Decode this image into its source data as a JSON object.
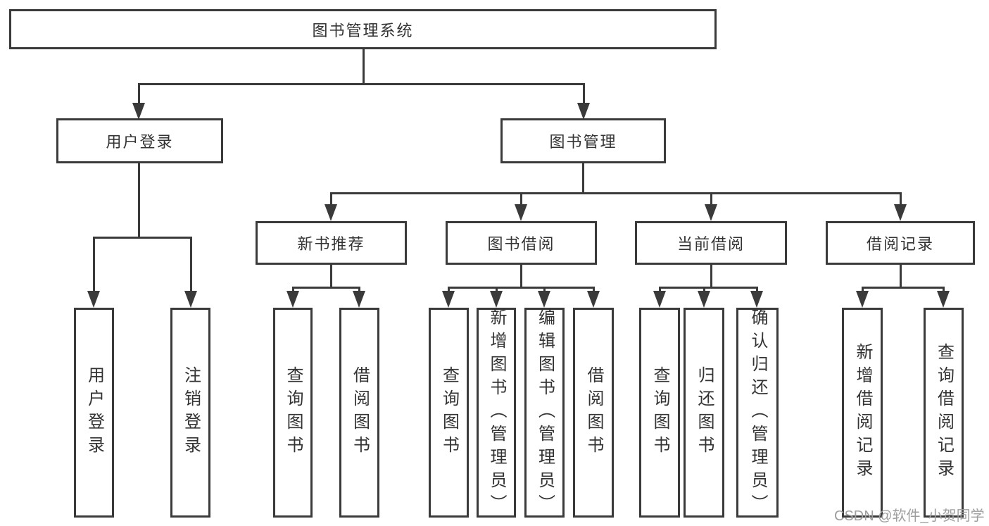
{
  "tree": {
    "root": "图书管理系统",
    "level2": [
      "用户登录",
      "图书管理"
    ],
    "level3": [
      "新书推荐",
      "图书借阅",
      "当前借阅",
      "借阅记录"
    ],
    "leaves": {
      "user_login": [
        "用户登录",
        "注销登录"
      ],
      "new_book_recommend": [
        "查询图书",
        "借阅图书"
      ],
      "book_borrow": [
        "查询图书",
        "新增图书（管理员）",
        "编辑图书（管理员）",
        "借阅图书"
      ],
      "current_borrow": [
        "查询图书",
        "归还图书",
        "确认归还（管理员）"
      ],
      "borrow_record": [
        "新增借阅记录",
        "查询借阅记录"
      ]
    }
  },
  "colors": {
    "line": "#3a3a3a",
    "text": "#333333",
    "watermark_color": "#9e9e9e",
    "background": "#ffffff"
  },
  "watermark": "CSDN @软件_小贺同学"
}
